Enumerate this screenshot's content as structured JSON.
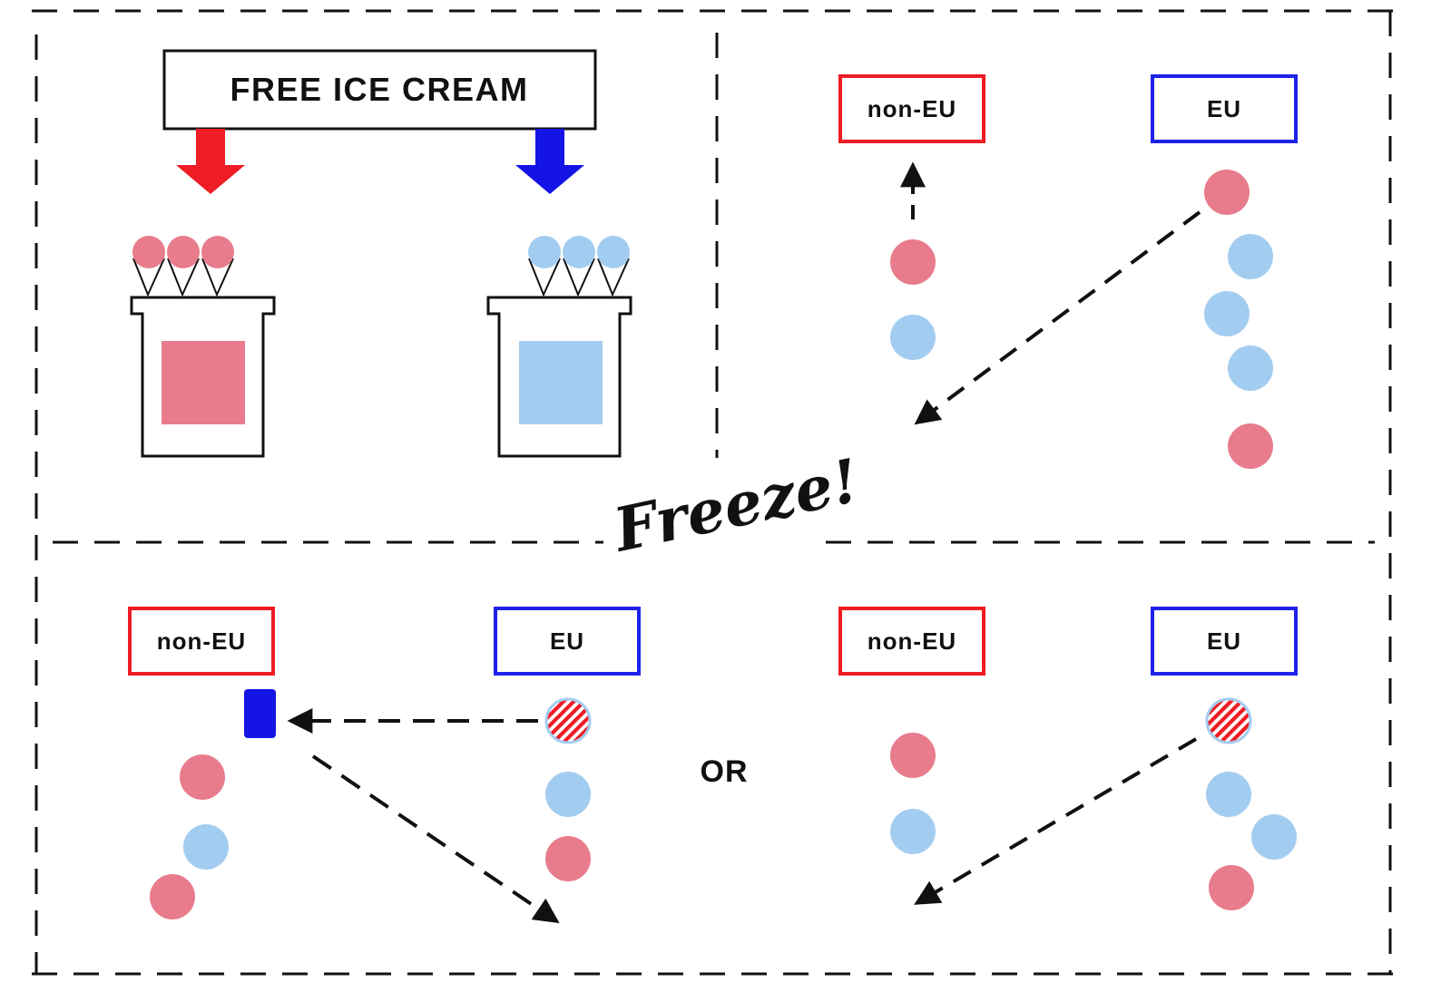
{
  "banner": {
    "text": "FREE ICE CREAM"
  },
  "labels": {
    "non_eu": "non-EU",
    "eu": "EU"
  },
  "freeze": {
    "text": "Freeze!"
  },
  "or_text": "OR",
  "colors": {
    "red_border": "#ee1c25",
    "blue_border": "#1e22e8",
    "red_arrow": "#ee1c25",
    "blue_arrow": "#1414e6",
    "pink_dot": "#e87c8c",
    "light_blue_dot": "#a3cdf0",
    "blue_block": "#1414e6",
    "ink": "#111111"
  },
  "icons": [
    "red-down-arrow-icon",
    "blue-down-arrow-icon",
    "ice-cream-cone-icon",
    "ice-cream-stand-icon",
    "dashed-arrow-icon",
    "striped-dot-icon"
  ]
}
